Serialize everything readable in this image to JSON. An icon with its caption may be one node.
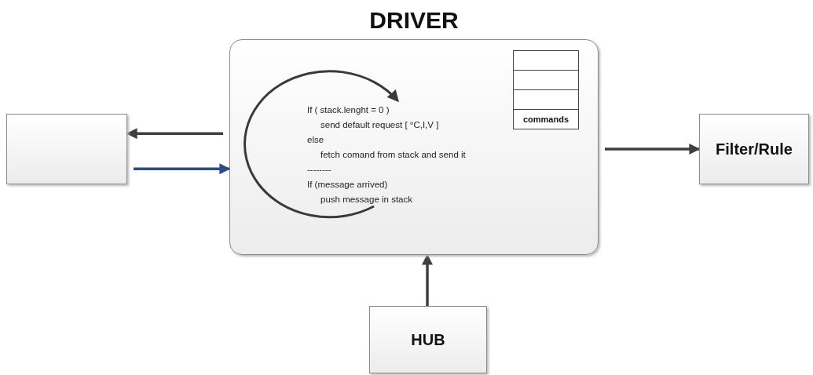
{
  "diagram": {
    "nodes": [
      {
        "text": [
          "DRIVER",
          "If ( stack.lenght = 0 )",
          "send default request [ °C,I,V ]",
          "else",
          "fetch comand from stack and send it",
          "--------",
          "If (message arrived)",
          "push message in stack"
        ]
      },
      {
        "text": [
          "commands"
        ],
        "in": 0
      },
      {
        "text": [],
        "shape": "box"
      },
      {
        "text": [
          "Filter/Rule"
        ]
      },
      {
        "text": [
          "HUB"
        ]
      }
    ],
    "edges": [
      {
        "from": 0,
        "to": 2,
        "arrow": "to"
      },
      {
        "from": 2,
        "to": 0,
        "arrow": "to",
        "color": "#2e4a87"
      },
      {
        "from": 0,
        "to": 3,
        "arrow": "to"
      },
      {
        "from": 4,
        "to": 0,
        "arrow": "to"
      }
    ]
  }
}
